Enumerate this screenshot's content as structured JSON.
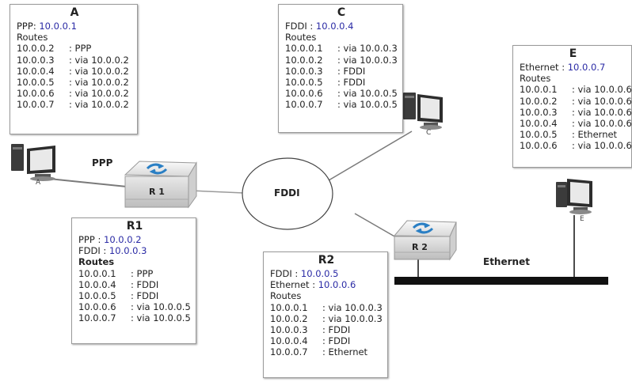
{
  "hosts": {
    "A": {
      "title": "A",
      "iface": [
        {
          "name": "PPP",
          "addr": "10.0.0.1"
        }
      ],
      "routes_label": "Routes",
      "routes": [
        {
          "dest": "10.0.0.2",
          "via": ": PPP"
        },
        {
          "dest": "10.0.0.3",
          "via": ": via 10.0.0.2"
        },
        {
          "dest": "10.0.0.4",
          "via": ": via 10.0.0.2"
        },
        {
          "dest": "10.0.0.5",
          "via": ": via 10.0.0.2"
        },
        {
          "dest": "10.0.0.6",
          "via": ": via 10.0.0.2"
        },
        {
          "dest": "10.0.0.7",
          "via": ": via 10.0.0.2"
        }
      ],
      "icon_label": "A"
    },
    "C": {
      "title": "C",
      "iface": [
        {
          "name": "FDDI",
          "addr": "10.0.0.4"
        }
      ],
      "routes_label": "Routes",
      "routes": [
        {
          "dest": "10.0.0.1",
          "via": ": via 10.0.0.3"
        },
        {
          "dest": "10.0.0.2",
          "via": ": via 10.0.0.3"
        },
        {
          "dest": "10.0.0.3",
          "via": ": FDDI"
        },
        {
          "dest": "10.0.0.5",
          "via": ": FDDI"
        },
        {
          "dest": "10.0.0.6",
          "via": ": via 10.0.0.5"
        },
        {
          "dest": "10.0.0.7",
          "via": ": via 10.0.0.5"
        }
      ],
      "icon_label": "C"
    },
    "E": {
      "title": "E",
      "iface": [
        {
          "name": "Ethernet",
          "addr": "10.0.0.7"
        }
      ],
      "routes_label": "Routes",
      "routes": [
        {
          "dest": "10.0.0.1",
          "via": ": via 10.0.0.6"
        },
        {
          "dest": "10.0.0.2",
          "via": ": via 10.0.0.6"
        },
        {
          "dest": "10.0.0.3",
          "via": ": via 10.0.0.6"
        },
        {
          "dest": "10.0.0.4",
          "via": ": via 10.0.0.6"
        },
        {
          "dest": "10.0.0.5",
          "via": ": Ethernet"
        },
        {
          "dest": "10.0.0.6",
          "via": ": via 10.0.0.6"
        }
      ],
      "icon_label": "E"
    }
  },
  "routers": {
    "R1": {
      "title": "R1",
      "device_label": "R 1",
      "iface": [
        {
          "name": "PPP",
          "addr": "10.0.0.2"
        },
        {
          "name": "FDDI",
          "addr": "10.0.0.3"
        }
      ],
      "routes_label": "Routes",
      "routes": [
        {
          "dest": "10.0.0.1",
          "via": ": PPP"
        },
        {
          "dest": "10.0.0.4",
          "via": ": FDDI"
        },
        {
          "dest": "10.0.0.5",
          "via": ": FDDI"
        },
        {
          "dest": "10.0.0.6",
          "via": ": via 10.0.0.5"
        },
        {
          "dest": "10.0.0.7",
          "via": ": via 10.0.0.5"
        }
      ]
    },
    "R2": {
      "title": "R2",
      "device_label": "R 2",
      "iface": [
        {
          "name": "FDDI",
          "addr": "10.0.0.5"
        },
        {
          "name": "Ethernet",
          "addr": "10.0.0.6"
        }
      ],
      "routes_label": "Routes",
      "routes": [
        {
          "dest": "10.0.0.1",
          "via": ": via 10.0.0.3"
        },
        {
          "dest": "10.0.0.2",
          "via": ": via 10.0.0.3"
        },
        {
          "dest": "10.0.0.3",
          "via": ": FDDI"
        },
        {
          "dest": "10.0.0.4",
          "via": ": FDDI"
        },
        {
          "dest": "10.0.0.7",
          "via": ": Ethernet"
        }
      ]
    }
  },
  "links": {
    "ppp_label": "PPP",
    "fddi_label": "FDDI",
    "ethernet_label": "Ethernet"
  },
  "colors": {
    "address": "#2a2aa5",
    "link_line": "#7a7a7a",
    "ethernet_bus": "#111111",
    "router_icon": "#2a7fc4"
  }
}
